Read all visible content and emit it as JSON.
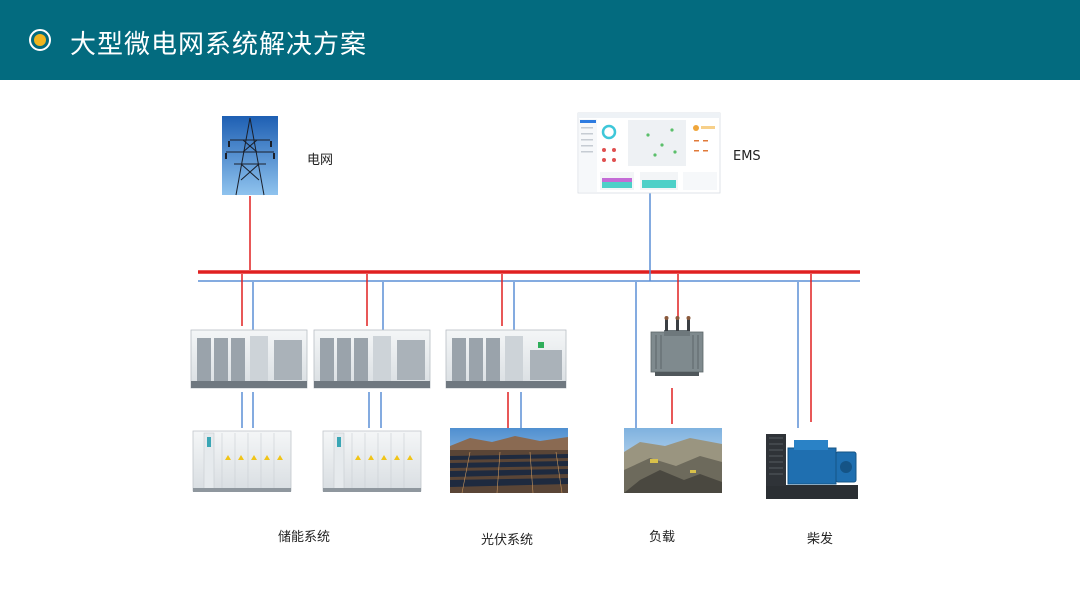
{
  "header": {
    "title": "大型微电网系统解决方案"
  },
  "nodes": {
    "grid_label": "电网",
    "ems_label": "EMS",
    "storage_label": "储能系统",
    "pv_label": "光伏系统",
    "load_label": "负载",
    "diesel_label": "柴发"
  },
  "colors": {
    "header_bg": "#036b7f",
    "bullet": "#f0b41e",
    "power_line": "#e02020",
    "comm_line": "#5b8fd6"
  }
}
